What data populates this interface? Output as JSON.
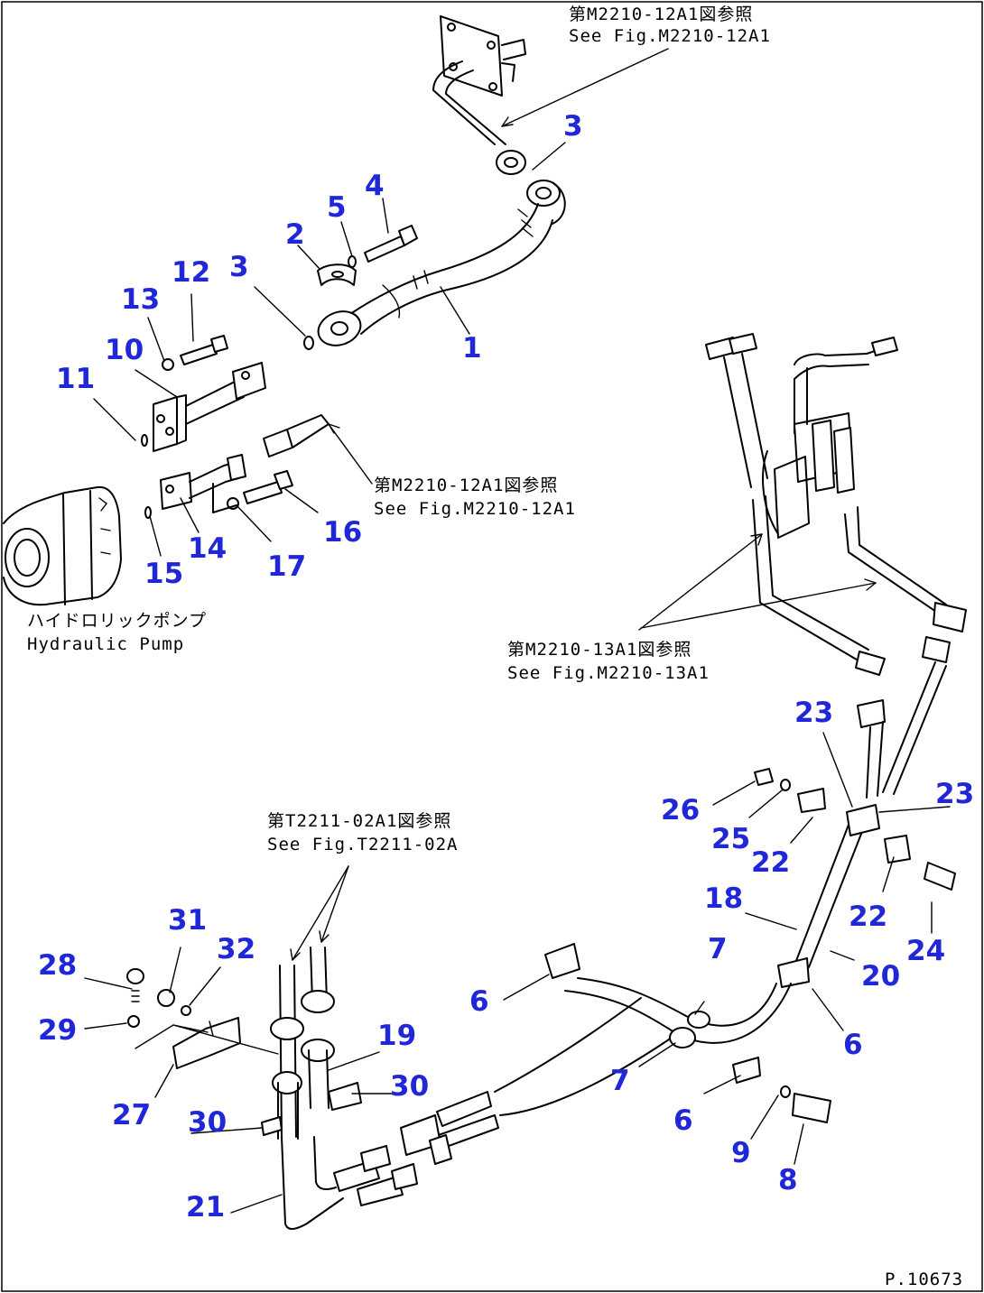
{
  "drawing_id": "P.10673",
  "references": {
    "top": {
      "jp": "第M2210-12A1図参照",
      "en": "See Fig.M2210-12A1"
    },
    "middle": {
      "jp": "第M2210-12A1図参照",
      "en": "See Fig.M2210-12A1"
    },
    "right": {
      "jp": "第M2210-13A1図参照",
      "en": "See Fig.M2210-13A1"
    },
    "bottom": {
      "jp": "第T2211-02A1図参照",
      "en": "See Fig.T2211-02A"
    }
  },
  "component": {
    "jp": "ハイドロリックポンプ",
    "en": "Hydraulic Pump"
  },
  "callouts": [
    "1",
    "2",
    "3",
    "3",
    "4",
    "5",
    "6",
    "6",
    "6",
    "7",
    "7",
    "8",
    "9",
    "10",
    "11",
    "12",
    "13",
    "14",
    "15",
    "16",
    "17",
    "18",
    "19",
    "20",
    "21",
    "22",
    "22",
    "23",
    "23",
    "24",
    "25",
    "26",
    "27",
    "28",
    "29",
    "30",
    "30",
    "31",
    "32"
  ]
}
